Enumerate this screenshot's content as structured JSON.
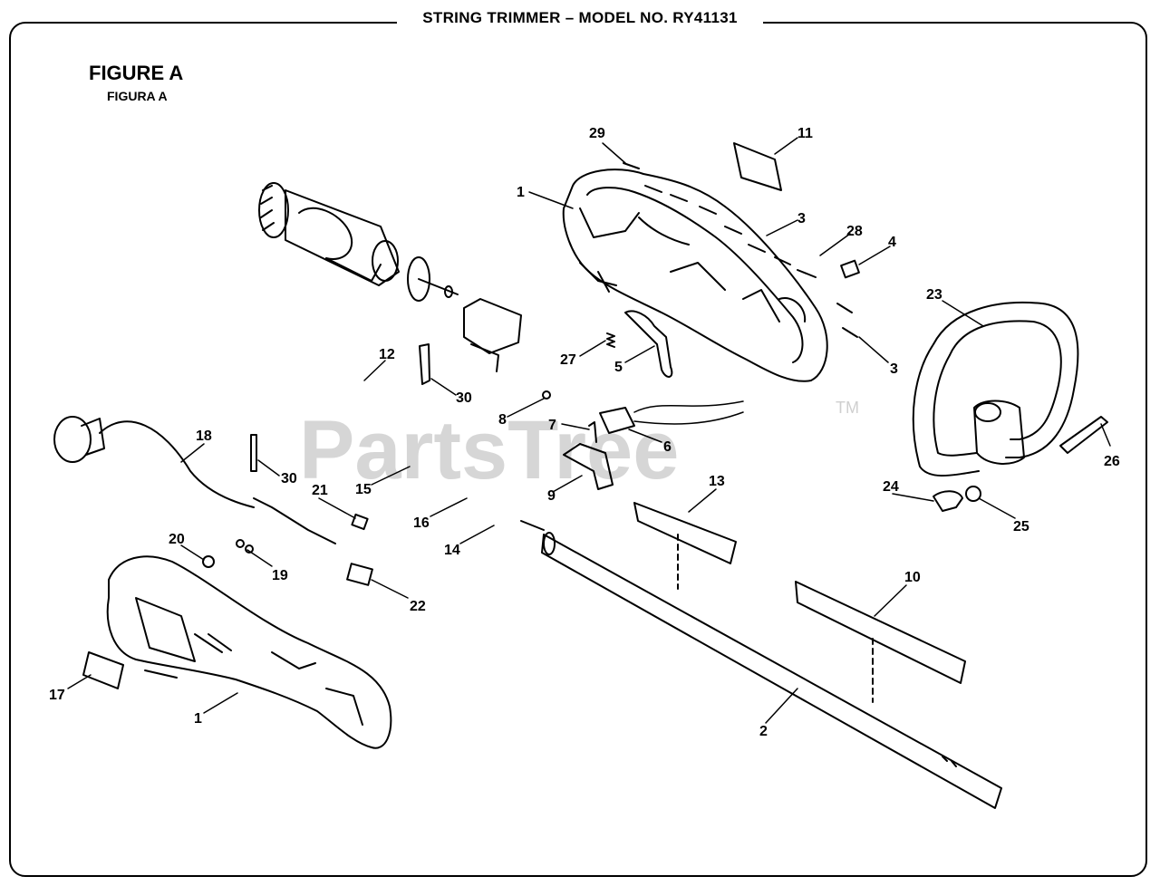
{
  "header": {
    "title": "STRING TRIMMER – MODEL NO. RY41131"
  },
  "figure": {
    "title": "FIGURE A",
    "subtitle": "FIGURA A"
  },
  "watermark": {
    "text": "PartsTree",
    "mark": "TM",
    "color": "#d6d6d6"
  },
  "callouts": [
    "29",
    "11",
    "1",
    "3",
    "28",
    "4",
    "23",
    "27",
    "5",
    "3",
    "12",
    "30",
    "8",
    "7",
    "6",
    "18",
    "30",
    "21",
    "15",
    "16",
    "9",
    "13",
    "14",
    "24",
    "25",
    "26",
    "20",
    "19",
    "22",
    "10",
    "17",
    "1",
    "2"
  ],
  "colors": {
    "line": "#000000",
    "background": "#ffffff"
  }
}
